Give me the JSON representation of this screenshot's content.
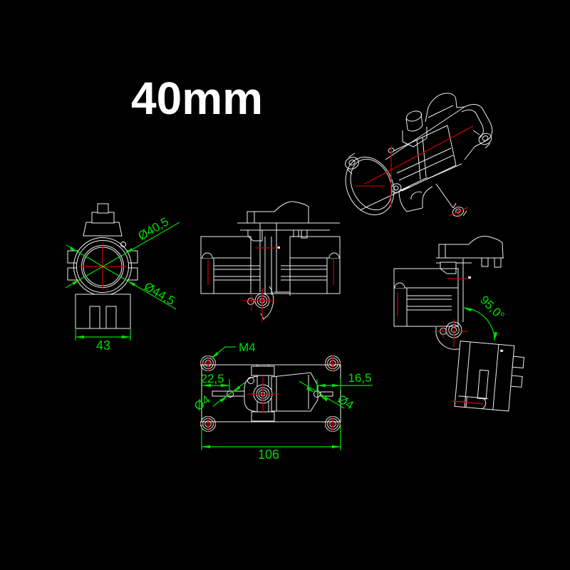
{
  "title": "40mm",
  "colors": {
    "background": "#000000",
    "outline": "#efefef",
    "centerline": "#c40000",
    "dimension": "#00dd00",
    "title_text": "#ffffff"
  },
  "views": {
    "front": {
      "dimensions": {
        "bore_diameter": "Ø40,5",
        "outer_diameter": "Ø44,5",
        "body_width": "43"
      }
    },
    "angled_side": {
      "dimensions": {
        "mount_angle": "95,0°"
      }
    },
    "bottom": {
      "dimensions": {
        "thread_callout": "M4",
        "left_hole_offset": "22,5",
        "right_hole_offset": "16,5",
        "left_hole_diameter": "Ø4",
        "right_hole_diameter": "Ø4",
        "overall_length": "106"
      }
    }
  }
}
